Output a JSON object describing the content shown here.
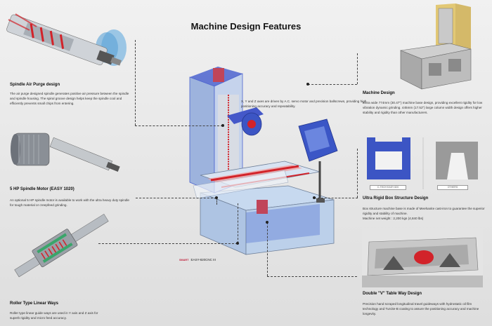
{
  "title": "Machine Design Features",
  "features": [
    {
      "heading": "Spindle Air Purge design",
      "body": "The air purge designed spindle generates positive air pressure between the spindle and spindle housing. The spiral groove design helps keep the spindle cool and efficiently prevents small chips from entering."
    },
    {
      "heading": "5 HP Spindle Motor (EASY 1020)",
      "body": "An optional 5 HP spindle motor is available to work with the ultra heavy duty spindle for tough material or creepfeed grinding."
    },
    {
      "heading": "Roller Type Linear Ways",
      "body": "Roller type linear guide ways are used in Y axis and Z axis for superb rigidity and micro feed accuracy."
    },
    {
      "heading": "Machine Design",
      "body": "Extra wide 774mm (30.47\") machine base design, providing excellent rigidity for low vibration dynamic grinding. 445mm (17.52\") large column width design offers higher stability and rigidity than other manufacturers."
    },
    {
      "heading": "Ultra Rigid Box Structure Design",
      "body": "Box structure machine base is made of Meehanite cast-iron to guarantee the superior rigidity and stability of machine.",
      "body2": "Machine net weight : 2,200 kgs (4,840 lbs)",
      "caption_left": "C-TECH EASY 820",
      "caption_right": "OTHERS"
    },
    {
      "heading": "Double \"V\" Table Way Design",
      "body": "Precision hand scraped longitudinal travel guideways with hydrostatic oil film technology and Turcite-B coating to assure the positioning accuracy and machine longevity."
    }
  ],
  "center_note": "X, Y and Z axes are driven by A.C. servo motor and precision ballscrews, providing high positioning accuracy and repeatability.",
  "model": {
    "brand": "SMART",
    "name": "EASY-820CNC III"
  },
  "colors": {
    "machine_blue": "#3c55c4",
    "accent_red": "#d2232a",
    "frame_gray": "#b9b9b9"
  }
}
